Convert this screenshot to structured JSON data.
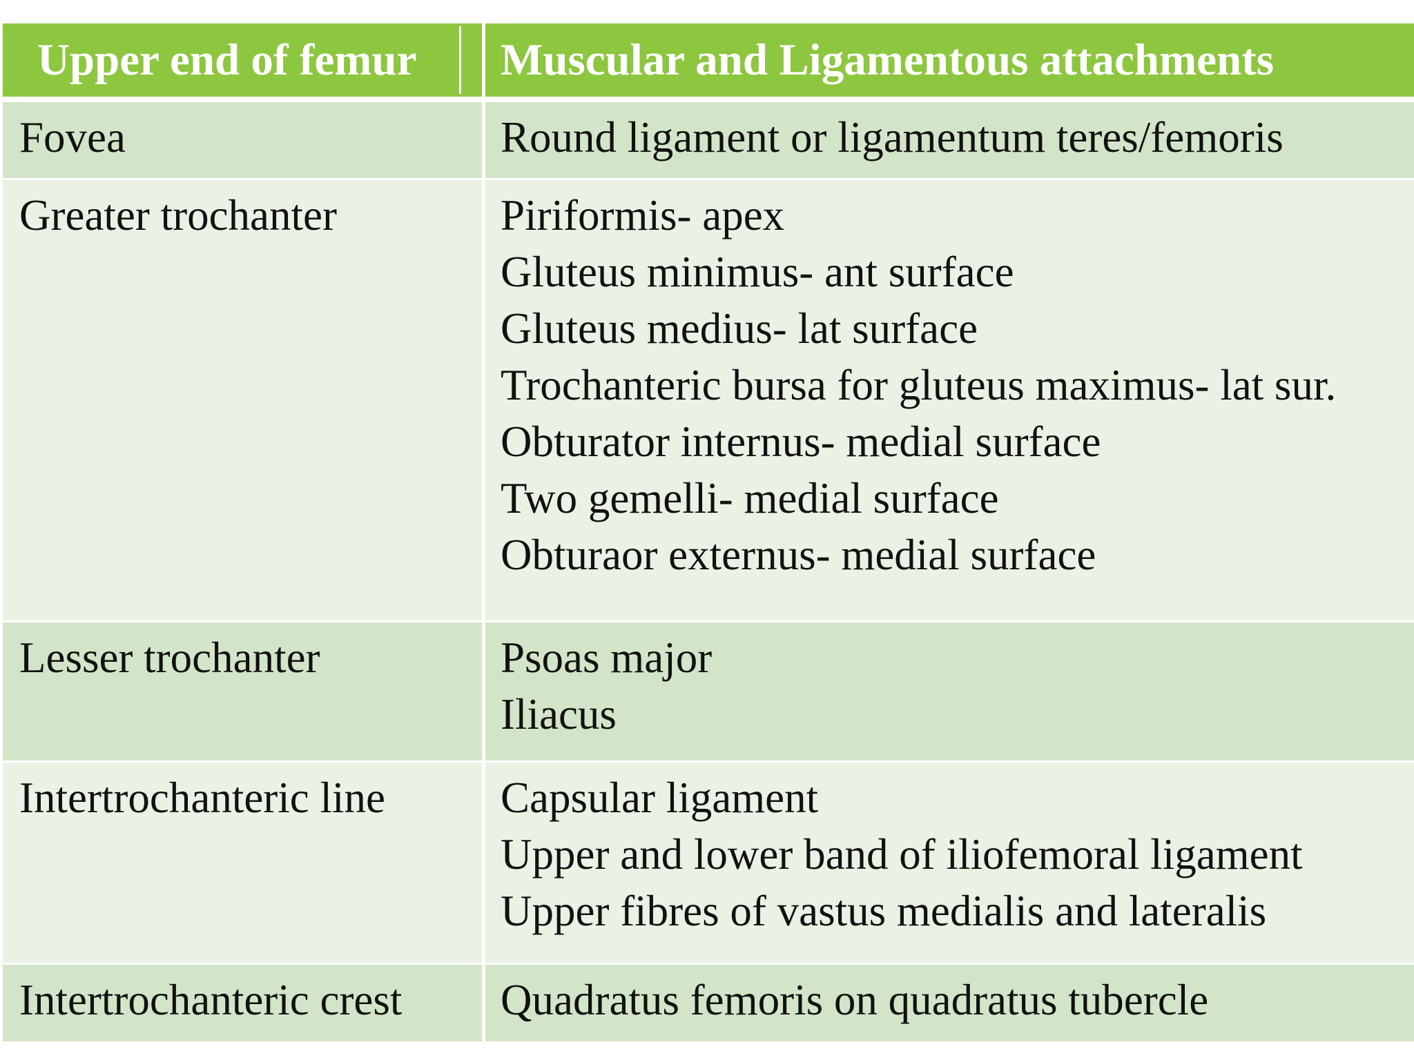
{
  "table": {
    "headers": [
      "Upper end of femur",
      "Muscular and Ligamentous attachments"
    ],
    "rows": [
      {
        "region": "Fovea",
        "attachments": [
          "Round ligament or ligamentum teres/femoris"
        ]
      },
      {
        "region": "Greater trochanter",
        "attachments": [
          "Piriformis- apex",
          "Gluteus minimus- ant surface",
          "Gluteus medius- lat surface",
          "Trochanteric bursa for gluteus maximus- lat sur.",
          "Obturator internus- medial surface",
          "Two gemelli- medial surface",
          "Obturaor externus- medial surface"
        ]
      },
      {
        "region": "Lesser trochanter",
        "attachments": [
          "Psoas major",
          "Iliacus"
        ]
      },
      {
        "region": "Intertrochanteric line",
        "attachments": [
          "Capsular ligament",
          "Upper and lower band of iliofemoral ligament",
          "Upper fibres of vastus medialis and lateralis"
        ]
      },
      {
        "region": "Intertrochanteric crest",
        "attachments": [
          "Quadratus femoris on quadratus tubercle"
        ]
      }
    ]
  },
  "colors": {
    "header": "#8dc63f",
    "row_dark": "#d3e5c8",
    "row_light": "#eaf2e5",
    "text": "#111111"
  }
}
